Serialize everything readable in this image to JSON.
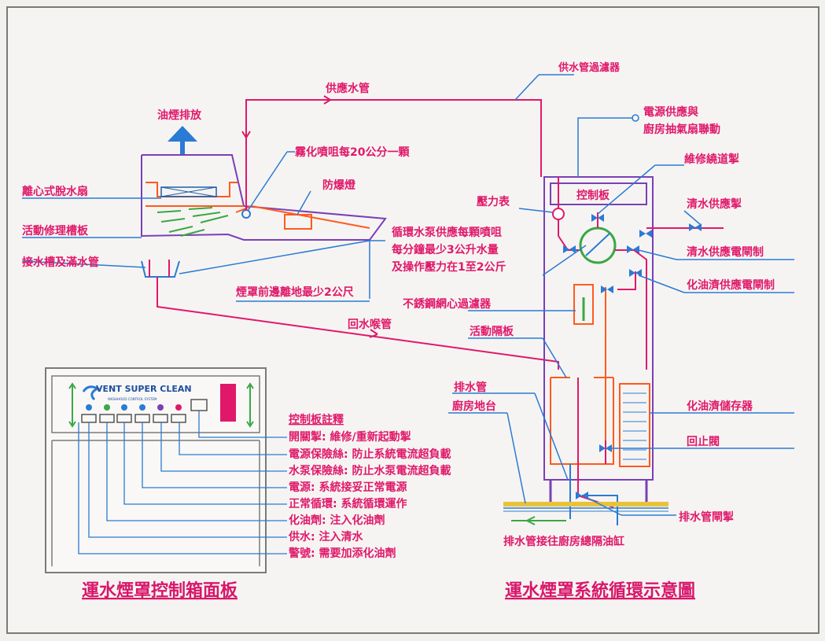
{
  "titles": {
    "panel": "運水煙罩控制箱面板",
    "system": "運水煙罩系統循環示意圖"
  },
  "hood_labels": {
    "smoke_exhaust": "油煙排放",
    "supply_pipe": "供應水管",
    "supply_filter": "供水管過濾器",
    "nozzle": "霧化噴咀每20公分一顆",
    "fan": "離心式脫水扇",
    "light": "防爆燈",
    "access_panel": "活動修理槽板",
    "drain_tray": "接水槽及滿水管",
    "pump_note_1": "循環水泵供應每顆噴咀",
    "pump_note_2": "每分鐘最少3公升水量",
    "pump_note_3": "及操作壓力在1至2公斤",
    "height_note": "煙罩前邊離地最少2公尺",
    "return_pipe": "回水喉管"
  },
  "cabinet_labels": {
    "power_1": "電源供應與",
    "power_2": "廚房抽氣扇聯動",
    "bypass_valve": "維修繞道掣",
    "control_box": "控制板",
    "pressure_gauge": "壓力表",
    "fresh_water_switch": "清水供應掣",
    "fresh_water_valve": "清水供應電閘制",
    "chemical_valve": "化油濟供應電閘制",
    "strainer": "不銹鋼網心過濾器",
    "baffle": "活動隔板",
    "drain_pipe": "排水管",
    "floor": "廚房地台",
    "chemical_tank": "化油濟儲存器",
    "check_valve": "回止閥",
    "drain_valve": "排水管閘掣",
    "drain_note": "排水管接往廚房總隔油缸"
  },
  "panel": {
    "brand": "VENT SUPER CLEAN",
    "brand_sub": "WASHHOOD CONTROL SYSTEM",
    "notes_title": "控制板註釋",
    "notes": [
      "開關掣: 維修/重新起動掣",
      "電源保險絲: 防止系統電流超負載",
      "水泵保險絲: 防止水泵電流超負載",
      "電源: 系統接妥正常電源",
      "正常循環: 系統循環運作",
      "化油劑: 注入化油劑",
      "供水: 注入清水",
      "警號: 需要加添化油劑"
    ]
  },
  "colors": {
    "red": "#e0186a",
    "blue": "#2a7bd4",
    "purple": "#7a3fb8",
    "orange": "#ff5a1e",
    "green": "#39a845"
  }
}
